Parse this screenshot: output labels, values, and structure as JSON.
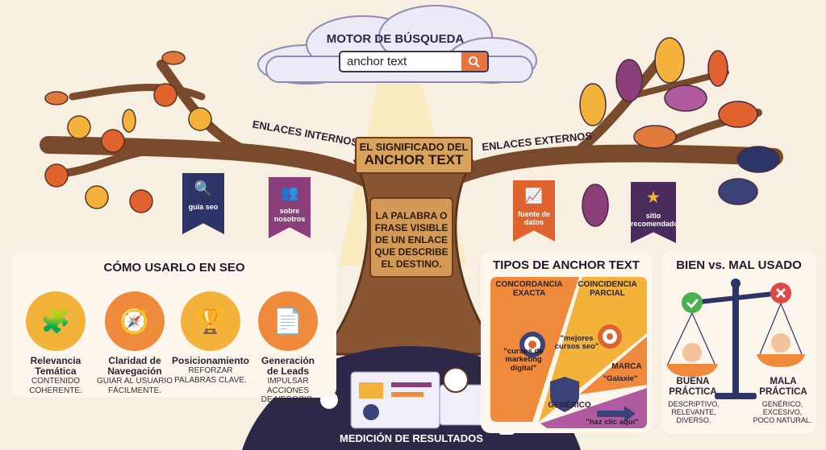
{
  "search_engine": {
    "title": "MOTOR DE BÚSQUEDA",
    "query": "anchor text",
    "search_icon": "magnifier-icon"
  },
  "tree": {
    "sign_line1": "EL SIGNIFICADO DEL",
    "sign_line2": "ANCHOR TEXT",
    "definition": "LA PALABRA O\nFRASE VISIBLE\nDE UN ENLACE\nQUE DESCRIBE\nEL DESTINO.",
    "left_branch": "ENLACES INTERNOS",
    "right_branch": "ENLACES EXTERNOS",
    "internal_banners": [
      {
        "label": "guía seo",
        "icon": "magnifier-icon",
        "color": "#2d3566"
      },
      {
        "label": "sobre nosotros",
        "icon": "people-icon",
        "color": "#8a3f7a"
      }
    ],
    "external_banners": [
      {
        "label": "fuente de datos",
        "icon": "chart-icon",
        "color": "#e0622f"
      },
      {
        "label": "sitio recomendado",
        "icon": "star-icon",
        "color": "#4b2a5c"
      }
    ]
  },
  "how_to_use": {
    "title": "CÓMO USARLO EN SEO",
    "items": [
      {
        "title": "Relevancia\nTemática",
        "desc": "CONTENIDO\nCOHERENTE.",
        "icon": "puzzle-icon",
        "color": "#f3b23a"
      },
      {
        "title": "Claridad de\nNavegación",
        "desc": "GUIAR AL USUARIO\nFÁCILMENTE.",
        "icon": "compass-map-icon",
        "color": "#ef8a3c"
      },
      {
        "title": "Posicionamiento",
        "desc": "REFORZAR\nPALABRAS CLAVE.",
        "icon": "trophy-icon",
        "color": "#f3b23a"
      },
      {
        "title": "Generación\nde Leads",
        "desc": "IMPULSAR ACCIONES\nDE NEGOCIO.",
        "icon": "fishing-document-icon",
        "color": "#ef8a3c"
      }
    ]
  },
  "types": {
    "title": "TIPOS DE ANCHOR TEXT",
    "exact": {
      "name": "CONCORDANCIA\nEXACTA",
      "example": "\"cursos de\nmarketing\ndigital\""
    },
    "partial": {
      "name": "COINCIDENCIA\nPARCIAL",
      "example": "\"mejores\ncursos seo\""
    },
    "brand": {
      "name": "MARCA",
      "example": "\"Galaxie\""
    },
    "generic": {
      "name": "GENÉRICO",
      "example": "\"haz clic aquí\""
    },
    "colors": {
      "exact": "#ef8a3c",
      "partial": "#f3b23a",
      "brand": "#ef8a3c",
      "generic": "#b05aa0"
    }
  },
  "good_bad": {
    "title": "BIEN vs. MAL USADO",
    "good": {
      "title": "BUENA\nPRÁCTICA",
      "desc": "DESCRIPTIVO,\nRELEVANTE,\nDIVERSO."
    },
    "bad": {
      "title": "MALA\nPRÁCTICA",
      "desc": "GENÉRICO,\nEXCESIVO,\nPOCO NATURAL."
    }
  },
  "results": {
    "title": "MEDICIÓN DE RESULTADOS"
  }
}
